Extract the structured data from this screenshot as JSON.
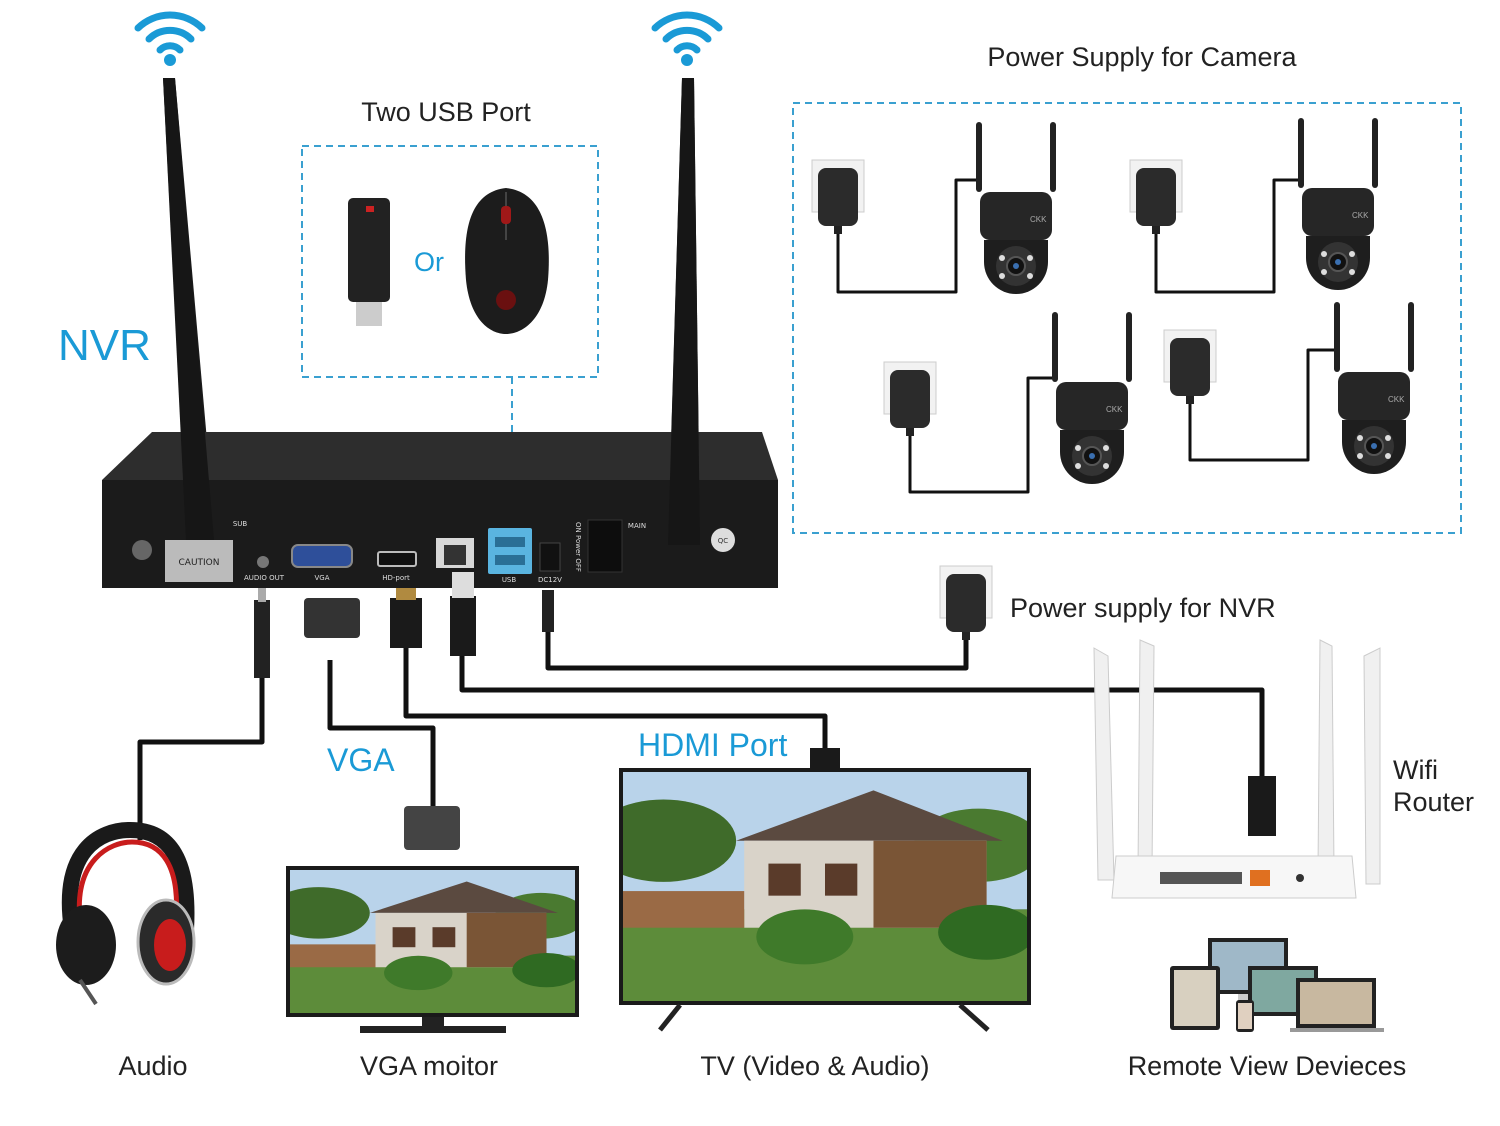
{
  "labels": {
    "nvr": "NVR",
    "usb_title": "Two USB Port",
    "or": "Or",
    "camera_power_title": "Power Supply for Camera",
    "nvr_power": "Power supply for NVR",
    "vga": "VGA",
    "hdmi": "HDMI Port",
    "router_line1": "Wifi",
    "router_line2": "Router",
    "audio": "Audio",
    "vga_monitor": "VGA moitor",
    "tv": "TV  (Video & Audio)",
    "remote": "Remote View Devieces"
  },
  "ports": {
    "sub": "SUB",
    "main": "MAIN",
    "caution": "CAUTION",
    "audio_out": "AUDIO OUT",
    "vga": "VGA",
    "hd": "HD-port",
    "usb": "USB",
    "dc": "DC12V",
    "power": "ON  Power  OFF",
    "qc": "QC"
  },
  "camera_brand": "CKK",
  "colors": {
    "accent": "#1a9ad6",
    "device": "#1b1b1b",
    "usb_highlight": "#5ab4e0"
  }
}
